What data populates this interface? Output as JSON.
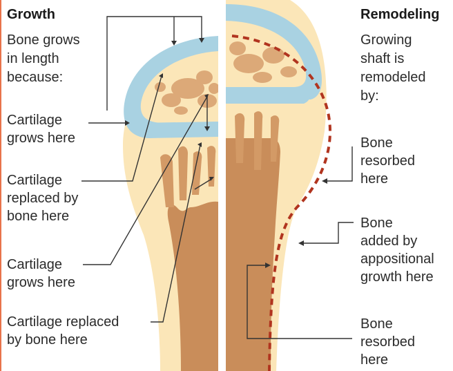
{
  "left": {
    "heading": "Growth",
    "intro": "Bone grows\nin length\nbecause:",
    "labels": [
      "Cartilage\ngrows here",
      "Cartilage\nreplaced by\nbone here",
      "Cartilage\ngrows here",
      "Cartilage replaced\nby bone here"
    ]
  },
  "right": {
    "heading": "Remodeling",
    "intro": "Growing\nshaft is\nremodeled\nby:",
    "labels": [
      "Bone\nresorbed\nhere",
      "Bone\nadded by\nappositional\ngrowth here",
      "Bone\nresorbed\nhere"
    ]
  },
  "colors": {
    "cartilage": "#a9d2e2",
    "marrow": "#fbe6b8",
    "spongy_bone": "#dca978",
    "bone": "#c98d5a",
    "dashed_outline": "#b1341f",
    "leader_lines": "#333333",
    "page_edge": "#e8734a"
  }
}
